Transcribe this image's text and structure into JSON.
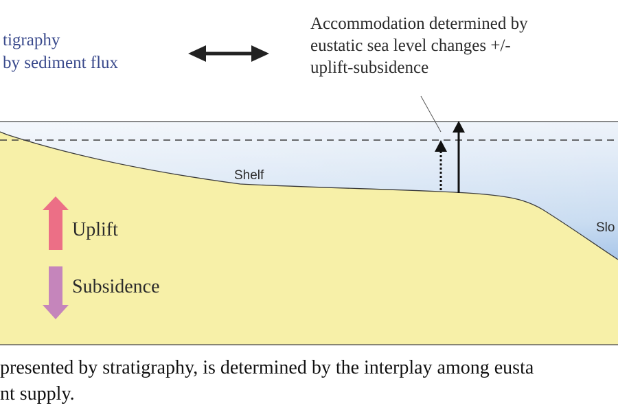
{
  "left_text": {
    "line1": "tigraphy",
    "line2": "by sediment flux"
  },
  "right_text": {
    "line1": "Accommodation determined by",
    "line2": "eustatic sea level changes +/-",
    "line3": "uplift-subsidence"
  },
  "labels": {
    "shelf": "Shelf",
    "slope": "Slo",
    "uplift": "Uplift",
    "subsidence": "Subsidence"
  },
  "caption": {
    "line1": "presented by stratigraphy, is determined by the interplay among eusta",
    "line2": "nt supply."
  },
  "colors": {
    "sediment": "#f7f0a8",
    "water_top": "#eef3fa",
    "water_bottom": "#5f95d8",
    "uplift_arrow": "#ec6f86",
    "subsidence_arrow": "#c585bb",
    "left_text": "#3a4a8c"
  }
}
